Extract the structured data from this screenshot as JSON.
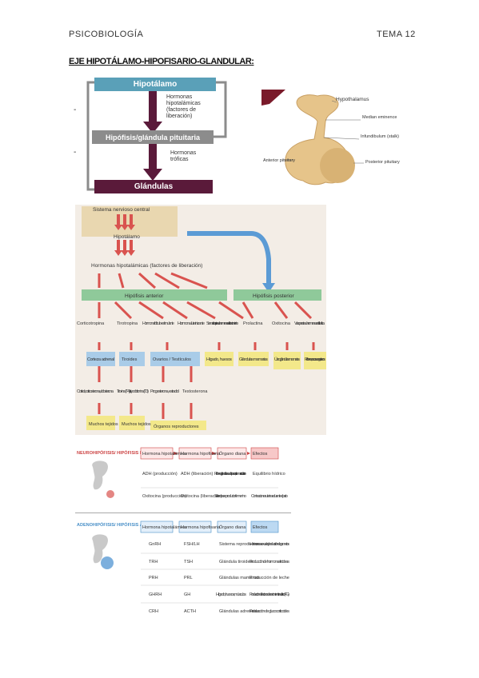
{
  "header": {
    "left": "PSICOBIOLOGÍA",
    "right": "TEMA 12"
  },
  "title": "EJE HIPOTÁLAMO-HIPOFISARIO-GLANDULAR:",
  "dashes": [
    "-",
    "-"
  ],
  "diagram1": {
    "top": "Hipotálamo",
    "hormones1": "Hormonas hipotalámicas (factores de liberación)",
    "middle": "Hipófisis/glándula pituitaria",
    "hormones2": "Hormonas tróficas",
    "bottom": "Glándulas"
  },
  "anatomy": {
    "hypothalamus": "Hypothalamus",
    "median": "Median eminence",
    "infundibulum": "Infundibulum (stalk)",
    "anterior": "Anterior pituitary",
    "posterior": "Posterior pituitary"
  },
  "flow": {
    "cns": "Sistema nervioso central",
    "hipotalamo": "Hipotálamo",
    "hormonas": "Hormonas hipotalámicas (factores de liberación)",
    "anterior": "Hipófisis anterior",
    "posterior": "Hipófisis posterior",
    "hormones": [
      "Corticotropina",
      "Tirotropina",
      "Hormona folículo-estimulante",
      "Hormona luteinizante",
      "Somatotropina u hormona del crecimiento",
      "Prolactina",
      "Oxitocina",
      "Vasopresina u hormona antidiurética"
    ],
    "targets": [
      "Corteza adrenal",
      "Tiroides",
      "Ovarios / Testículos",
      "Hígado, huesos",
      "Glándulas mamarias",
      "Útero, glándulas mamarias",
      "Riñones, vasos sanguíneos"
    ],
    "products": [
      "Cortisol, corticosterona, aldosterona",
      "Tiroxina (T4), triyodotironina (T3)",
      "Progesterona, estradiol",
      "Testosterona"
    ],
    "finals": [
      "Muchos tejidos",
      "Muchos tejidos",
      "Órganos reproductores"
    ]
  },
  "neuro": {
    "section": "NEUROHIPÓFISIS/ HIPÓFISIS POSTERIOR",
    "cols": [
      "Hormona hipotalámica",
      "Hormona hipofisaria",
      "Órgano diana",
      "Efectos"
    ],
    "rows": [
      [
        "ADH (producción)",
        "ADH (liberación)",
        "Riñones, glándulas sudoríparas, sistema circulatorio",
        "Equilibrio hídrico"
      ],
      [
        "Oxitocina (producción)",
        "Oxitocina (liberación)",
        "Sistema reproductor femenino",
        "Contracciones uterinas durante el parto"
      ]
    ]
  },
  "adeno": {
    "section": "ADENOHIPÓFISIS/ HIPÓFISIS ANTERIOR",
    "cols": [
      "Hormona hipotalámica",
      "Hormona hipofisaria",
      "Órgano diana",
      "Efectos"
    ],
    "rows": [
      [
        "GnRH",
        "FSH/LH",
        "Sistema reproductor",
        "Hormonas sexuales/ producción de gametos"
      ],
      [
        "TRH",
        "TSH",
        "Glándula tiroides",
        "Producción de hormonas tiroideas"
      ],
      [
        "PRH",
        "PRL",
        "Glándulas mamarias",
        "Producción de leche"
      ],
      [
        "GHRH",
        "GH",
        "Hígado, huesos, músculos",
        "Producción de factores de crecimiento insulínico (IFG)"
      ],
      [
        "CRH",
        "ACTH",
        "Glándulas adrenales",
        "Producción de glucocorticoides"
      ]
    ]
  },
  "colors": {
    "teal": "#5aa0b8",
    "gray": "#8c8c8c",
    "maroon": "#5a1a3a",
    "red": "#d9534f",
    "blue": "#5b9bd5",
    "green": "#8fc99a",
    "yellow": "#f3e88a",
    "tan": "#e9d7b0"
  }
}
